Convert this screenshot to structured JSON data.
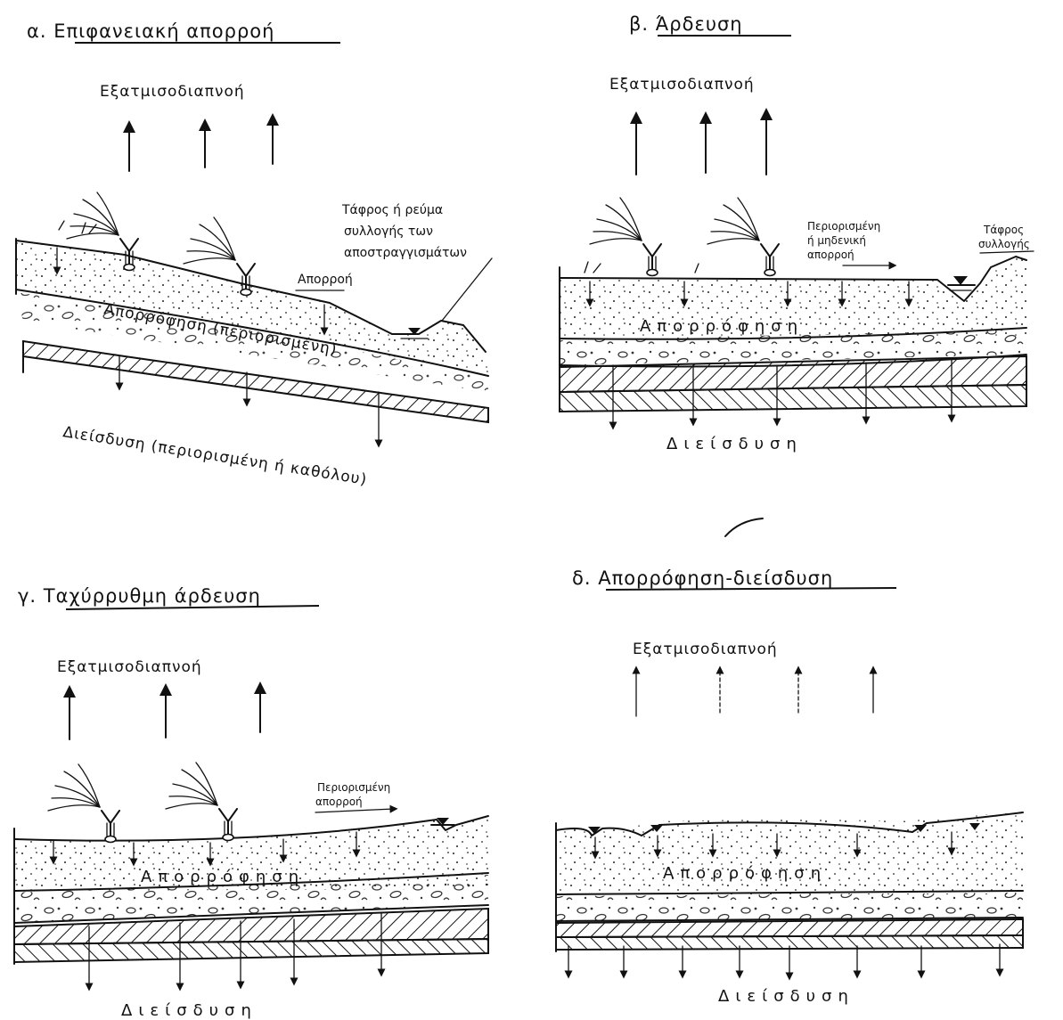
{
  "panels": {
    "a": {
      "title": "α. Επιφανειακή απορροή",
      "evap": "Εξατμισοδιαπνοή",
      "ditch": [
        "Τάφρος ή ρεύμα",
        "συλλογής των",
        "αποστραγγισμάτων"
      ],
      "runoff": "Απορροή",
      "absorb": "Απορρόφηση (περιορισμένη)",
      "infil": "Διείσδυση (περιορισμένη ή καθόλου)"
    },
    "b": {
      "title": "β. Άρδευση",
      "evap": "Εξατμισοδιαπνοή",
      "runoff": [
        "Περιορισμένη",
        "ή μηδενική",
        "απορροή"
      ],
      "ditch": [
        "Τάφρος",
        "συλλογής"
      ],
      "absorb": "Απορρόφηση",
      "infil": "Διείσδυση"
    },
    "c": {
      "title": "γ. Ταχύρρυθμη άρδευση",
      "evap": "Εξατμισοδιαπνοή",
      "runoff": [
        "Περιορισμένη",
        "απορροή"
      ],
      "absorb": "Απορρόφηση",
      "infil": "Διείσδυση"
    },
    "d": {
      "title": "δ. Απορρόφηση-διείσδυση",
      "evap": "Εξατμισοδιαπνοή",
      "absorb": "Απορρόφηση",
      "infil": "Διείσδυση"
    }
  },
  "colors": {
    "ink": "#111111",
    "paper": "#ffffff"
  }
}
